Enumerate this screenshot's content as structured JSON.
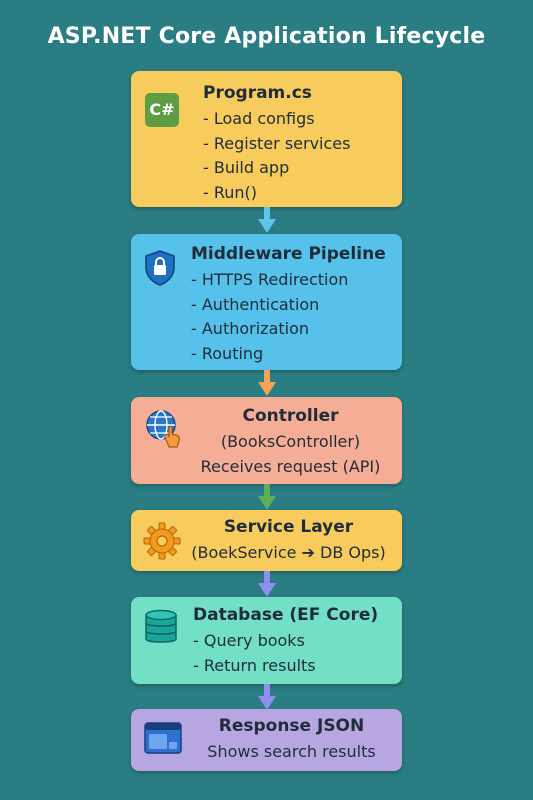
{
  "title": "ASP.NET Core Application Lifecycle",
  "cards": [
    {
      "id": "program",
      "icon": "csharp-icon",
      "icon_text": "C#",
      "color": "#f7cc5c",
      "heading": "Program.cs",
      "lines": [
        "- Load configs",
        "- Register services",
        "- Build app",
        "- Run()"
      ]
    },
    {
      "id": "middleware",
      "icon": "shield-lock-icon",
      "color": "#56c1ea",
      "heading": "Middleware Pipeline",
      "lines": [
        "- HTTPS Redirection",
        "- Authentication",
        "- Authorization",
        "- Routing"
      ]
    },
    {
      "id": "controller",
      "icon": "globe-hand-icon",
      "color": "#f6ad96",
      "heading": "Controller",
      "lines": [
        "(BooksController)",
        "Receives request (API)"
      ]
    },
    {
      "id": "service",
      "icon": "gear-icon",
      "color": "#f7cc5c",
      "heading": "Service Layer",
      "lines": [
        "(BoekService ➔ DB Ops)"
      ]
    },
    {
      "id": "database",
      "icon": "database-icon",
      "color": "#73dfc5",
      "heading": "Database (EF Core)",
      "lines": [
        "- Query books",
        "- Return results"
      ]
    },
    {
      "id": "response",
      "icon": "browser-window-icon",
      "color": "#b8a6e3",
      "heading": "Response JSON",
      "lines": [
        "Shows search results"
      ]
    }
  ],
  "arrows": [
    {
      "color": "#5fc4ec"
    },
    {
      "color": "#f4a25a"
    },
    {
      "color": "#5fae5c"
    },
    {
      "color": "#8d8ef0"
    },
    {
      "color": "#8d8ef0"
    }
  ]
}
